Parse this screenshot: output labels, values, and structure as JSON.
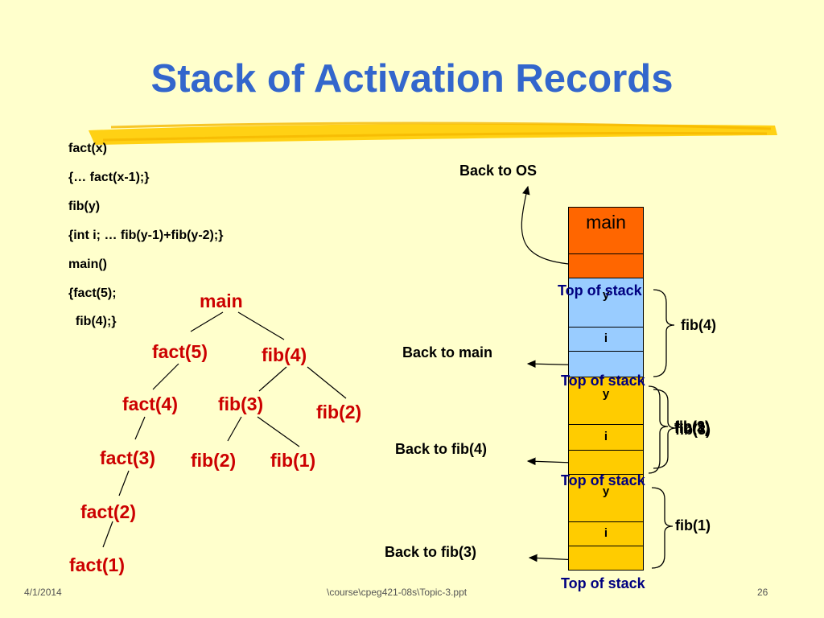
{
  "colors": {
    "background": "#FFFFCC",
    "title": "#3366CC",
    "tree_text": "#CC0000",
    "main_frame": "#FF6600",
    "fib4_frame": "#99CCFF",
    "fib_frames": "#FFCC00",
    "top_of_stack": "#000080",
    "highlighter": "#FFCC00"
  },
  "slide": {
    "title": "Stack of Activation Records",
    "footer_date": "4/1/2014",
    "footer_path": "\\course\\cpeg421-08s\\Topic-3.ppt",
    "page_number": "26"
  },
  "code_lines": [
    "fact(x)",
    "{… fact(x-1);}",
    "fib(y)",
    "{int i; … fib(y-1)+fib(y-2);}",
    "main()",
    "{fact(5);",
    "  fib(4);}"
  ],
  "tree": {
    "main": "main",
    "fact5": "fact(5)",
    "fib4": "fib(4)",
    "fact4": "fact(4)",
    "fib3": "fib(3)",
    "fib2_top": "fib(2)",
    "fact3": "fact(3)",
    "fib2": "fib(2)",
    "fib1": "fib(1)",
    "fact2": "fact(2)",
    "fact1": "fact(1)"
  },
  "stack": {
    "main_label": "main",
    "cell_y": "y",
    "cell_i": "i",
    "top_of_stack": "Top of stack"
  },
  "returns": {
    "os": "Back to OS",
    "main": "Back to main",
    "fib4": "Back to fib(4)",
    "fib3": "Back to fib(3)"
  },
  "frames": {
    "fib4": "fib(4)",
    "fib3_a": "fib(3)",
    "fib3_b": "fib(3)",
    "fib2": "fib(2)",
    "fib1": "fib(1)"
  }
}
